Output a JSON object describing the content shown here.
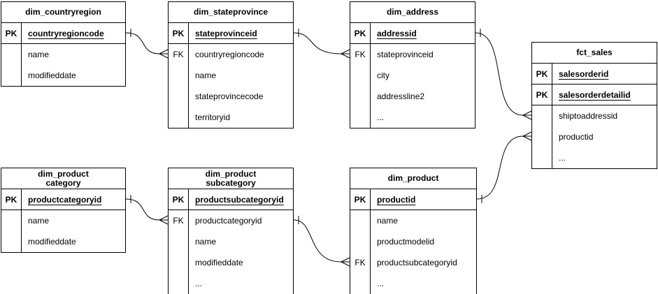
{
  "diagram": {
    "notation": "crows-foot",
    "background_color": "#ffffff",
    "line_color": "#000000",
    "text_color": "#000000"
  },
  "tables": [
    {
      "id": "dim_countryregion",
      "title": "dim_countryregion",
      "rows": [
        {
          "key": "PK",
          "field": "countryregioncode"
        },
        {
          "key": "",
          "field": "name"
        },
        {
          "key": "",
          "field": "modifieddate"
        }
      ]
    },
    {
      "id": "dim_stateprovince",
      "title": "dim_stateprovince",
      "rows": [
        {
          "key": "PK",
          "field": "stateprovinceid"
        },
        {
          "key": "FK",
          "field": "countryregioncode"
        },
        {
          "key": "",
          "field": "name"
        },
        {
          "key": "",
          "field": "stateprovincecode"
        },
        {
          "key": "",
          "field": "territoryid"
        }
      ]
    },
    {
      "id": "dim_address",
      "title": "dim_address",
      "rows": [
        {
          "key": "PK",
          "field": "addressid"
        },
        {
          "key": "FK",
          "field": "stateprovinceid"
        },
        {
          "key": "",
          "field": "city"
        },
        {
          "key": "",
          "field": "addressline2"
        },
        {
          "key": "",
          "field": "..."
        }
      ]
    },
    {
      "id": "fct_sales",
      "title": "fct_sales",
      "rows": [
        {
          "key": "PK",
          "field": "salesorderid"
        },
        {
          "key": "PK",
          "field": "salesorderdetailid"
        },
        {
          "key": "",
          "field": "shiptoaddressid"
        },
        {
          "key": "",
          "field": "productid"
        },
        {
          "key": "",
          "field": "..."
        }
      ]
    },
    {
      "id": "dim_productcategory",
      "title": "dim_product\ncategory",
      "rows": [
        {
          "key": "PK",
          "field": "productcategoryid"
        },
        {
          "key": "",
          "field": "name"
        },
        {
          "key": "",
          "field": "modifieddate"
        }
      ]
    },
    {
      "id": "dim_productsubcategory",
      "title": "dim_product\nsubcategory",
      "rows": [
        {
          "key": "PK",
          "field": "productsubcategoryid"
        },
        {
          "key": "FK",
          "field": "productcategoryid"
        },
        {
          "key": "",
          "field": "name"
        },
        {
          "key": "",
          "field": "modifieddate"
        },
        {
          "key": "",
          "field": "..."
        }
      ]
    },
    {
      "id": "dim_product",
      "title": "dim_product",
      "rows": [
        {
          "key": "PK",
          "field": "productid"
        },
        {
          "key": "",
          "field": "name"
        },
        {
          "key": "",
          "field": "productmodelid"
        },
        {
          "key": "FK",
          "field": "productsubcategoryid"
        },
        {
          "key": "",
          "field": "..."
        }
      ]
    }
  ],
  "relationships": [
    {
      "from_table": "dim_countryregion",
      "from_column": "countryregioncode",
      "to_table": "dim_stateprovince",
      "to_column": "countryregioncode",
      "cardinality": "one-to-many"
    },
    {
      "from_table": "dim_stateprovince",
      "from_column": "stateprovinceid",
      "to_table": "dim_address",
      "to_column": "stateprovinceid",
      "cardinality": "one-to-many"
    },
    {
      "from_table": "dim_address",
      "from_column": "addressid",
      "to_table": "fct_sales",
      "to_column": "shiptoaddressid",
      "cardinality": "one-to-many"
    },
    {
      "from_table": "dim_product",
      "from_column": "productid",
      "to_table": "fct_sales",
      "to_column": "productid",
      "cardinality": "one-to-many"
    },
    {
      "from_table": "dim_productcategory",
      "from_column": "productcategoryid",
      "to_table": "dim_productsubcategory",
      "to_column": "productcategoryid",
      "cardinality": "one-to-many"
    },
    {
      "from_table": "dim_productsubcategory",
      "from_column": "productsubcategoryid",
      "to_table": "dim_product",
      "to_column": "productsubcategoryid",
      "cardinality": "one-to-many"
    }
  ]
}
